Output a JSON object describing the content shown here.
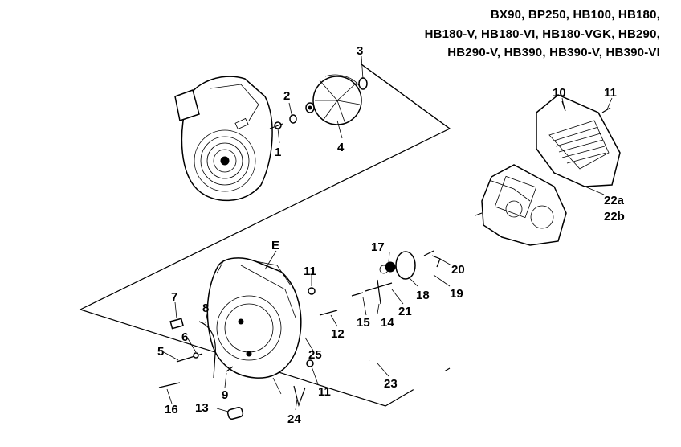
{
  "models": [
    "BX90,  BP250,  HB100,  HB180,",
    "HB180-V,  HB180-VI,  HB180-VGK,  HB290,",
    "HB290-V,  HB390,  HB390-V,  HB390-VI"
  ],
  "callouts": {
    "c1": "1",
    "c2": "2",
    "c3": "3",
    "c4": "4",
    "c5": "5",
    "c6": "6",
    "c7": "7",
    "c8": "8",
    "c9": "9",
    "c10": "10",
    "c11a": "11",
    "c11b": "11",
    "c11c": "11",
    "c12": "12",
    "c13": "13",
    "c14": "14",
    "c15": "15",
    "c16": "16",
    "c17": "17",
    "c18": "18",
    "c19": "19",
    "c20": "20",
    "c21": "21",
    "c22a": "22a",
    "c22b": "22b",
    "c23": "23",
    "c24": "24",
    "c25": "25",
    "cE": "E"
  }
}
